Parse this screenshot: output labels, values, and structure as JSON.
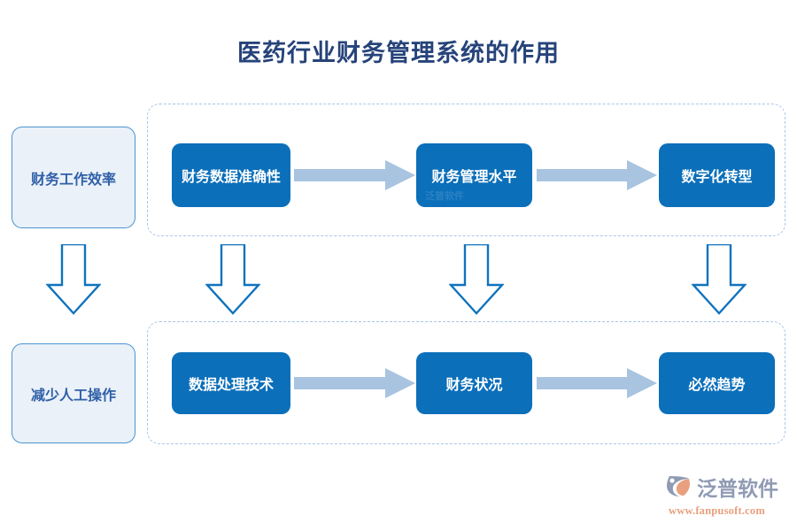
{
  "page": {
    "title": "医药行业财务管理系统的作用",
    "title_color": "#26437a",
    "background": "#ffffff"
  },
  "colors": {
    "node_blue": "#0b6fba",
    "node_text": "#ffffff",
    "light_box_fill": "#eaf1f9",
    "light_box_border": "#4e93d0",
    "light_box_text": "#2f5fa8",
    "arrow_light_blue": "#a8c4e0",
    "arrow_outline_blue": "#1073bd",
    "dashed_border": "#a9c6e8",
    "brand_gray": "#8f9bb3",
    "brand_orange": "#e8a07e"
  },
  "left_column": {
    "boxes": [
      {
        "label": "财务工作效率"
      },
      {
        "label": "减少人工操作"
      }
    ]
  },
  "groups": [
    {
      "name": "top-group",
      "nodes": [
        {
          "label": "财务数据准确性",
          "watermark": ""
        },
        {
          "label": "财务管理水平",
          "watermark": "泛普软件"
        },
        {
          "label": "数字化转型",
          "watermark": ""
        }
      ],
      "connectors": [
        "arrow-right",
        "arrow-right"
      ]
    },
    {
      "name": "bottom-group",
      "nodes": [
        {
          "label": "数据处理技术",
          "watermark": ""
        },
        {
          "label": "财务状况",
          "watermark": ""
        },
        {
          "label": "必然趋势",
          "watermark": ""
        }
      ],
      "connectors": [
        "arrow-right",
        "arrow-right"
      ]
    }
  ],
  "down_arrows": [
    {
      "name": "down-arrow-left-column"
    },
    {
      "name": "down-arrow-col-1"
    },
    {
      "name": "down-arrow-col-2"
    },
    {
      "name": "down-arrow-col-3"
    }
  ],
  "brand": {
    "name": "泛普软件",
    "url": "www.fanpusoft.com"
  }
}
